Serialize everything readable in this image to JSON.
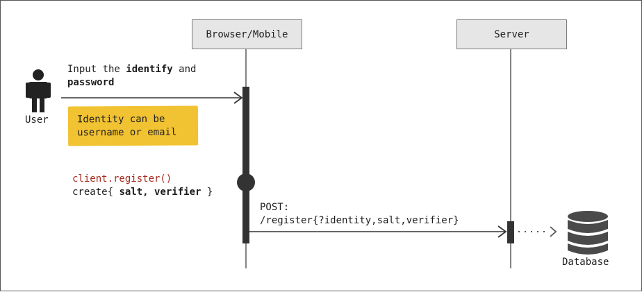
{
  "participants": {
    "browser": "Browser/Mobile",
    "server": "Server"
  },
  "actors": {
    "user": "User",
    "database": "Database"
  },
  "messages": {
    "input": {
      "prefix": "Input the ",
      "bold1": "identify",
      "middle": " and",
      "bold2": "password"
    },
    "register_call": "client.register()",
    "create": {
      "prefix": "create{ ",
      "bold": "salt, verifier",
      "suffix": " }"
    },
    "post": {
      "line1": "POST:",
      "line2": "/register{?identity,salt,verifier}"
    }
  },
  "note": {
    "line1": "Identity can be",
    "line2": "username or email",
    "color": "#f1c232"
  },
  "colors": {
    "lifeline": "#333333",
    "participant_fill": "#e6e6e6",
    "register_text": "#a82a1e",
    "icon": "#222222",
    "database_icon": "#4a4a4a"
  },
  "icons": [
    "user-icon",
    "database-icon"
  ]
}
